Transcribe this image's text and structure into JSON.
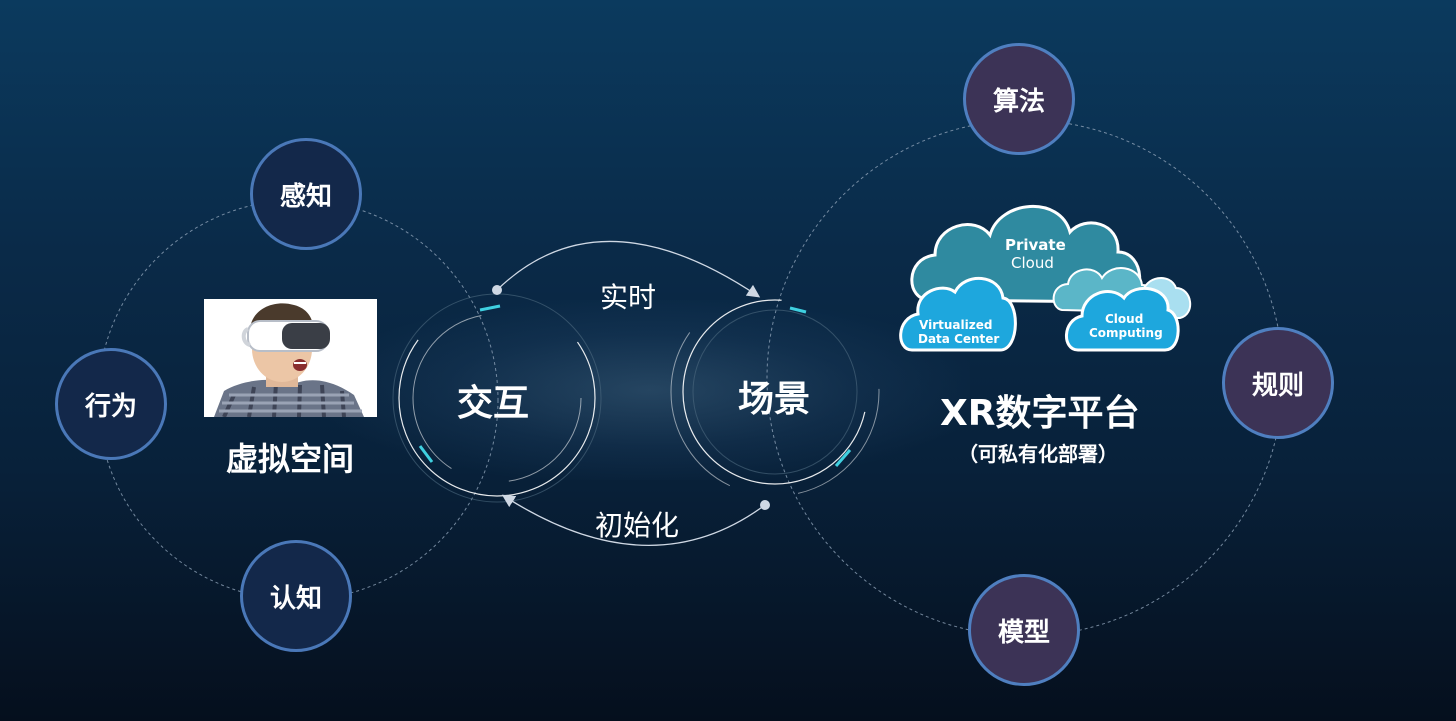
{
  "left_cluster": {
    "title": "虚拟空间",
    "nodes": {
      "top": "感知",
      "left": "行为",
      "bottom": "认知"
    }
  },
  "center": {
    "left_hub": "交互",
    "right_hub": "场景",
    "arc_top": "实时",
    "arc_bottom": "初始化"
  },
  "right_cluster": {
    "title": "XR数字平台",
    "subtitle": "（可私有化部署）",
    "nodes": {
      "top": "算法",
      "right": "规则",
      "bottom": "模型"
    },
    "clouds": {
      "main_line1": "Private",
      "main_line2": "Cloud",
      "left_line1": "Virtualized",
      "left_line2": "Data Center",
      "right_line1": "Cloud",
      "right_line2": "Computing"
    }
  },
  "colors": {
    "blue_node_fill": "#13284a",
    "purple_node_fill": "#3c3356",
    "node_border": "#4a78b8",
    "accent_cyan": "#3fd0e0",
    "cloud_teal": "#2f8aa0",
    "cloud_blue": "#1ea7dd"
  },
  "icons": [
    "vr-headset-photo",
    "cloud-icon"
  ]
}
